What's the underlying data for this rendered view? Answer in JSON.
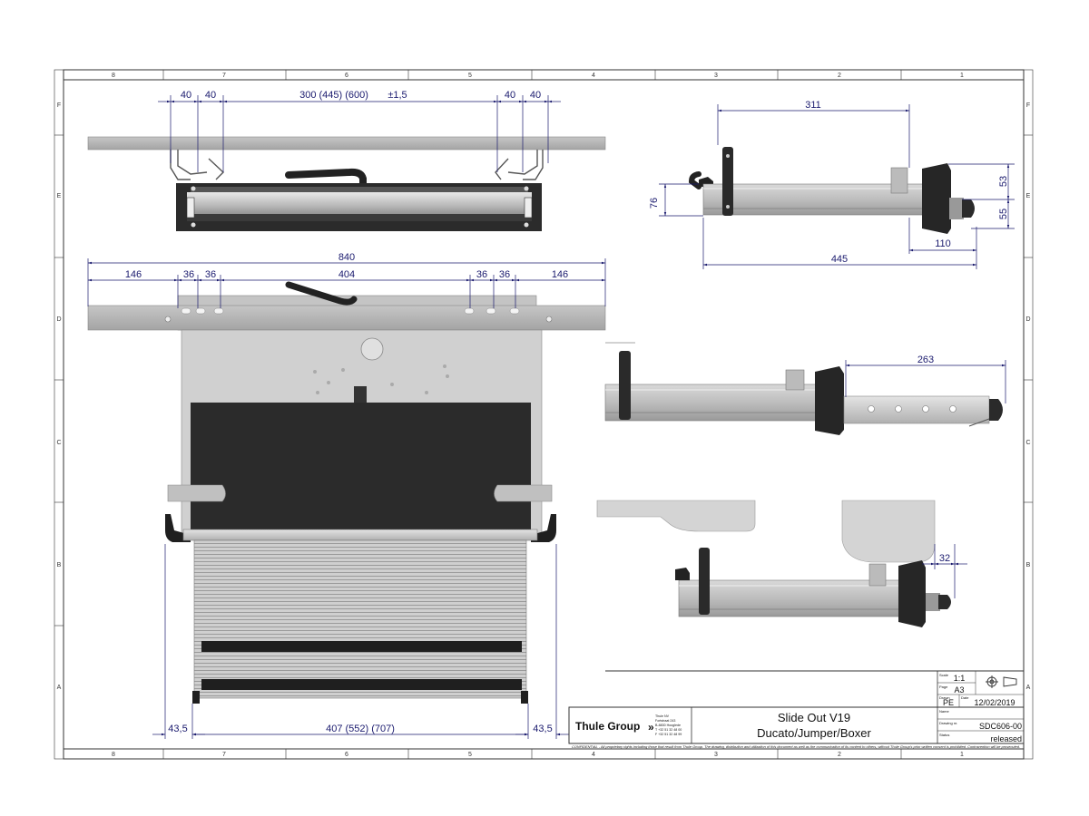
{
  "zones": {
    "columns": [
      "8",
      "7",
      "6",
      "5",
      "4",
      "3",
      "2",
      "1"
    ],
    "rows": [
      "F",
      "E",
      "D",
      "C",
      "B",
      "A"
    ]
  },
  "dims": {
    "top_left_40a": "40",
    "top_left_40b": "40",
    "top_span": "300 (445) (600)",
    "top_tol": "±1,5",
    "top_right_40a": "40",
    "top_right_40b": "40",
    "front_311": "311",
    "front_76": "76",
    "front_53": "53",
    "front_55": "55",
    "front_110": "110",
    "front_445": "445",
    "plan_840": "840",
    "plan_146l": "146",
    "plan_36a": "36",
    "plan_36b": "36",
    "plan_404": "404",
    "plan_36c": "36",
    "plan_36d": "36",
    "plan_146r": "146",
    "ext_263": "263",
    "seat_32": "32",
    "bottom_435l": "43,5",
    "bottom_span": "407 (552) (707)",
    "bottom_435r": "43,5"
  },
  "title_block": {
    "logo": "Thule Group",
    "address": [
      "Thule NV",
      "Fortstraat 243",
      "B-8830 Hooglede",
      "T +32 51 32 48 00",
      "F +32 51 32 48 99"
    ],
    "title_line1": "Slide Out V19",
    "title_line2": "Ducato/Jumper/Boxer",
    "scale_label": "Scale",
    "scale": "1:1",
    "format_label": "Page",
    "format": "A3",
    "drawn_label": "Drawn",
    "drawn_by": "PE",
    "date_label": "Date",
    "date": "12/02/2019",
    "name_label": "Name",
    "drawing_label": "Drawing nr.",
    "drawing_no": "SDC606-00",
    "status_label": "Status",
    "status": "released",
    "confidential": "CONFIDENTIAL - All proprietary rights including those that result from Thule Group. The drawing, distribution and utilization of this document as well as the communication of its content to others, without Thule Group's prior written consent is prohibited. Contravention will be prosecuted."
  }
}
